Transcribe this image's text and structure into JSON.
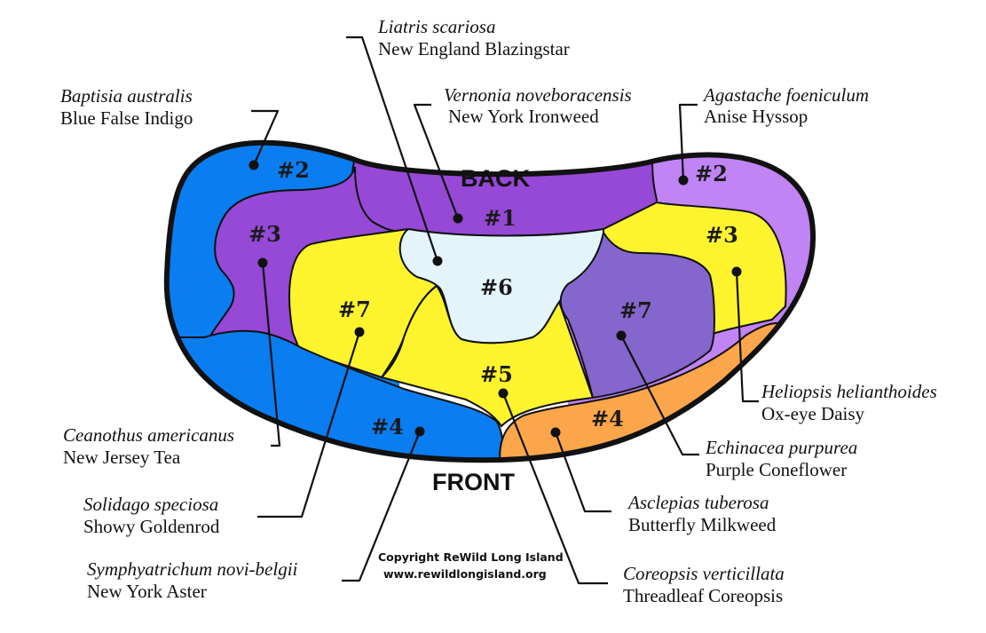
{
  "directions": {
    "back": "BACK",
    "front": "FRONT"
  },
  "zones": {
    "blue_top_left": "#2",
    "lavender_top_right": "#2",
    "purple_left": "#3",
    "yellow_right": "#3",
    "center_back": "#1",
    "center_light": "#6",
    "yellow_left": "#7",
    "purple_right": "#7",
    "center_yellow": "#5",
    "blue_front": "#4",
    "orange_front": "#4"
  },
  "plants": [
    {
      "latin": "Liatris scariosa",
      "common": "New England Blazingstar"
    },
    {
      "latin": "Baptisia australis",
      "common": "Blue False Indigo"
    },
    {
      "latin": "Vernonia noveboracensis",
      "common": "New York Ironweed"
    },
    {
      "latin": "Agastache foeniculum",
      "common": "Anise Hyssop"
    },
    {
      "latin": "Heliopsis helianthoides",
      "common": "Ox-eye Daisy"
    },
    {
      "latin": "Ceanothus americanus",
      "common": "New Jersey Tea"
    },
    {
      "latin": "Echinacea purpurea",
      "common": "Purple Coneflower"
    },
    {
      "latin": "Solidago speciosa",
      "common": "Showy Goldenrod"
    },
    {
      "latin": "Asclepias tuberosa",
      "common": "Butterfly Milkweed"
    },
    {
      "latin": "Symphyatrichum novi-belgii",
      "common": "New York Aster"
    },
    {
      "latin": "Coreopsis verticillata",
      "common": "Threadleaf Coreopsis"
    }
  ],
  "copyright": {
    "line1": "Copyright ReWild Long Island",
    "line2": "www.rewildlongisland.org"
  },
  "colors": {
    "blue": "#0a7df0",
    "purple": "#9549d6",
    "lavender": "#c084f5",
    "yellow": "#fdf42e",
    "light_blue": "#e3f4fb",
    "medium_purple": "#8466cc",
    "orange": "#fba64a"
  }
}
